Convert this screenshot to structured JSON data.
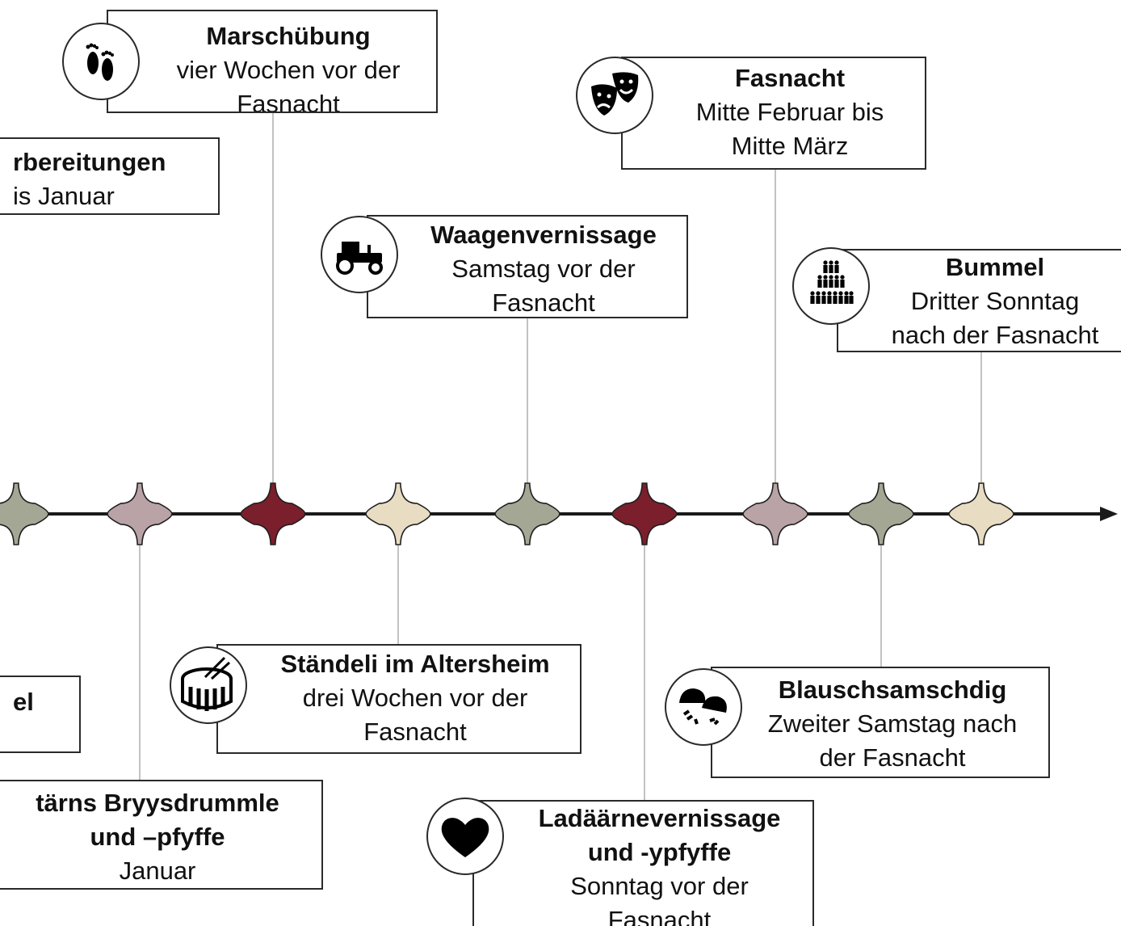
{
  "events": [
    {
      "id": "marsch",
      "title": "Marschübung",
      "lines": [
        "vier Wochen vor der",
        "Fasnacht"
      ],
      "icon": "footprints-icon"
    },
    {
      "id": "vorbereitungen",
      "title": "rbereitungen",
      "lines": [
        "is Januar"
      ]
    },
    {
      "id": "waagen",
      "title": "Waagenvernissage",
      "lines": [
        "Samstag vor der",
        "Fasnacht"
      ],
      "icon": "tractor-icon"
    },
    {
      "id": "fasnacht",
      "title": "Fasnacht",
      "lines": [
        "Mitte Februar bis",
        "Mitte März"
      ],
      "icon": "theater-masks-icon"
    },
    {
      "id": "bummel",
      "title": "Bummel",
      "lines": [
        "Dritter Sonntag",
        "nach der Fasnacht"
      ],
      "icon": "crowd-icon"
    },
    {
      "id": "el",
      "title": "el",
      "lines": []
    },
    {
      "id": "staendeli",
      "title": "Ständeli im Altersheim",
      "lines": [
        "drei Wochen vor der",
        "Fasnacht"
      ],
      "icon": "drum-icon"
    },
    {
      "id": "blausch",
      "title": "Blauschsamschdig",
      "lines": [
        "Zweiter Samstag nach",
        "der Fasnacht"
      ],
      "icon": "masks-pair-icon"
    },
    {
      "id": "bryys",
      "title": "tärns Bryysdrummle\nund –pfyffe",
      "lines": [
        "Januar"
      ]
    },
    {
      "id": "ladaern",
      "title": "Ladäärnevernissage\nund -ypfyffe",
      "lines": [
        "Sonntag vor der",
        "Fasnacht"
      ],
      "icon": "heart-icon"
    }
  ],
  "markers": [
    "#a5a795",
    "#b9a3a7",
    "#7a1f2b",
    "#e8dcc3",
    "#a5a795",
    "#7a1f2b",
    "#b9a3a7",
    "#a5a795",
    "#e8dcc3"
  ],
  "line_color": "#1a1a1a"
}
